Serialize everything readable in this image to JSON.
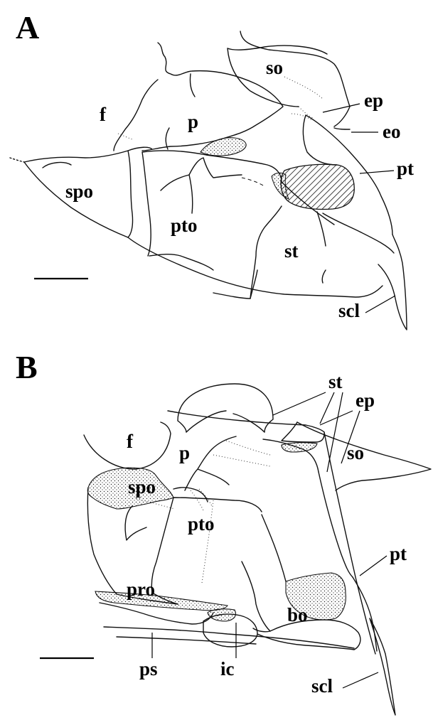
{
  "panels": [
    {
      "id": "A",
      "letter": "A",
      "labels": {
        "so": "so",
        "ep": "ep",
        "f": "f",
        "p": "p",
        "eo": "eo",
        "pt": "pt",
        "spo": "spo",
        "pto": "pto",
        "st": "st",
        "scl": "scl"
      }
    },
    {
      "id": "B",
      "letter": "B",
      "labels": {
        "st": "st",
        "ep": "ep",
        "f": "f",
        "p": "p",
        "so": "so",
        "spo": "spo",
        "pto": "pto",
        "pt": "pt",
        "pro": "pro",
        "bo": "bo",
        "ps": "ps",
        "ic": "ic",
        "scl": "scl"
      }
    }
  ],
  "colors": {
    "ink": "#111111",
    "background": "#ffffff"
  }
}
